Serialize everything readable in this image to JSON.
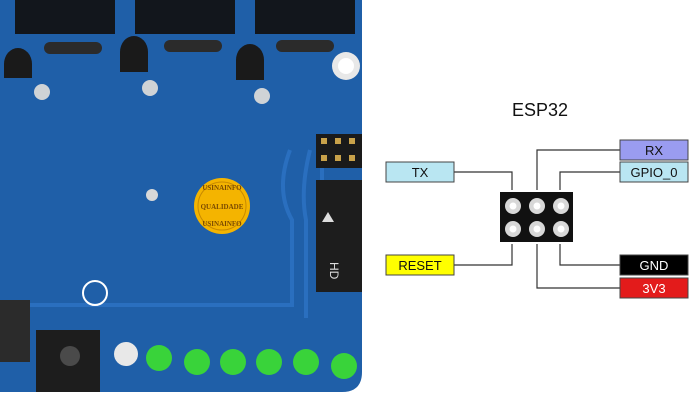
{
  "diagram": {
    "title": "ESP32",
    "pins": [
      {
        "id": "tx",
        "label": "TX",
        "bg": "#b9e6f2"
      },
      {
        "id": "rx",
        "label": "RX",
        "bg": "#9a9cf0"
      },
      {
        "id": "gpio0",
        "label": "GPIO_0",
        "bg": "#b9e6f2"
      },
      {
        "id": "reset",
        "label": "RESET",
        "bg": "#ffff00"
      },
      {
        "id": "gnd",
        "label": "GND",
        "bg": "#000000",
        "fg": "#ffffff"
      },
      {
        "id": "v33",
        "label": "3V3",
        "bg": "#e31b1b",
        "fg": "#ffffff"
      }
    ]
  },
  "board": {
    "seal_text_top": "USINAINFO",
    "seal_text_mid": "QUALIDADE",
    "seal_text_bottom": "USINAINFO",
    "chip_label": "HD",
    "colors": {
      "pcb": "#1f5fa8",
      "pcb_dark": "#174e8c",
      "trace": "#2a6fbf",
      "led": "#39d33a",
      "seal": "#f4b400"
    }
  }
}
